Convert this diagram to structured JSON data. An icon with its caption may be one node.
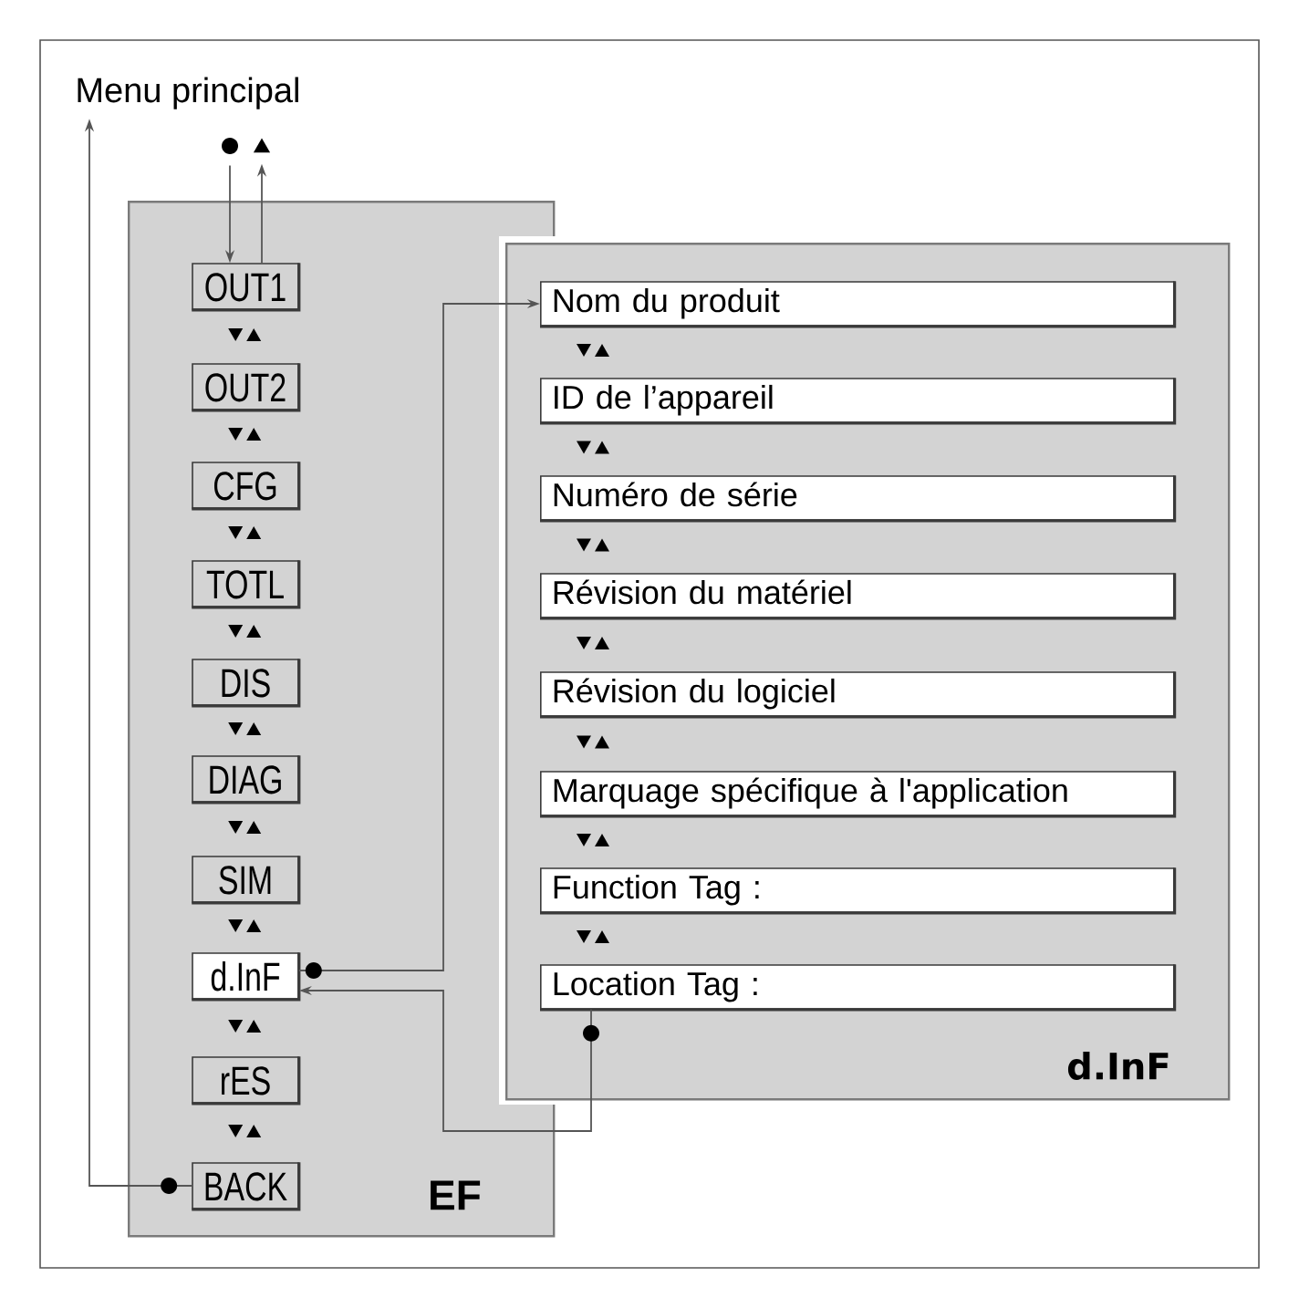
{
  "diagram": {
    "nodes": [
      {
        "text": [
          "Menu principal"
        ]
      },
      {
        "text": [],
        "shape": "circle"
      },
      {
        "text": [],
        "shape": "triangle"
      },
      {
        "text": [
          "EF"
        ]
      },
      {
        "text": [
          "OUT1"
        ],
        "in": 3
      },
      {
        "text": [
          "OUT2"
        ],
        "in": 3
      },
      {
        "text": [
          "CFG"
        ],
        "in": 3
      },
      {
        "text": [
          "TOTL"
        ],
        "in": 3
      },
      {
        "text": [
          "DIS"
        ],
        "in": 3
      },
      {
        "text": [
          "DIAG"
        ],
        "in": 3
      },
      {
        "text": [
          "SIM"
        ],
        "in": 3
      },
      {
        "text": [
          "d.InF"
        ],
        "in": 3
      },
      {
        "text": [
          "rES"
        ],
        "in": 3
      },
      {
        "text": [
          "BACK"
        ],
        "in": 3
      },
      {
        "text": [
          "d.InF"
        ]
      },
      {
        "text": [
          "Nom du produit"
        ],
        "in": 14
      },
      {
        "text": [
          "ID de l’appareil"
        ],
        "in": 14
      },
      {
        "text": [
          "Numéro de série"
        ],
        "in": 14
      },
      {
        "text": [
          "Révision du matériel"
        ],
        "in": 14
      },
      {
        "text": [
          "Révision du logiciel"
        ],
        "in": 14
      },
      {
        "text": [
          "Marquage spécifique à l'application"
        ],
        "in": 14
      },
      {
        "text": [
          "Function Tag :"
        ],
        "in": 14
      },
      {
        "text": [
          "Location Tag :"
        ],
        "in": 14
      }
    ],
    "edges": [
      {
        "from": 1,
        "to": 4,
        "arrow": "to"
      },
      {
        "from": 4,
        "to": 2,
        "arrow": "to"
      },
      {
        "from": 4,
        "to": 5,
        "arrow": "to"
      },
      {
        "from": 5,
        "to": 4,
        "arrow": "to"
      },
      {
        "from": 5,
        "to": 6,
        "arrow": "to"
      },
      {
        "from": 6,
        "to": 5,
        "arrow": "to"
      },
      {
        "from": 6,
        "to": 7,
        "arrow": "to"
      },
      {
        "from": 7,
        "to": 6,
        "arrow": "to"
      },
      {
        "from": 7,
        "to": 8,
        "arrow": "to"
      },
      {
        "from": 8,
        "to": 7,
        "arrow": "to"
      },
      {
        "from": 8,
        "to": 9,
        "arrow": "to"
      },
      {
        "from": 9,
        "to": 8,
        "arrow": "to"
      },
      {
        "from": 9,
        "to": 10,
        "arrow": "to"
      },
      {
        "from": 10,
        "to": 9,
        "arrow": "to"
      },
      {
        "from": 10,
        "to": 11,
        "arrow": "to"
      },
      {
        "from": 11,
        "to": 10,
        "arrow": "to"
      },
      {
        "from": 11,
        "to": 12,
        "arrow": "to"
      },
      {
        "from": 12,
        "to": 11,
        "arrow": "to"
      },
      {
        "from": 12,
        "to": 13,
        "arrow": "to"
      },
      {
        "from": 13,
        "to": 12,
        "arrow": "to"
      },
      {
        "from": 11,
        "to": 15,
        "arrow": "to"
      },
      {
        "from": 15,
        "to": 16,
        "arrow": "to"
      },
      {
        "from": 16,
        "to": 15,
        "arrow": "to"
      },
      {
        "from": 16,
        "to": 17,
        "arrow": "to"
      },
      {
        "from": 17,
        "to": 16,
        "arrow": "to"
      },
      {
        "from": 17,
        "to": 18,
        "arrow": "to"
      },
      {
        "from": 18,
        "to": 17,
        "arrow": "to"
      },
      {
        "from": 18,
        "to": 19,
        "arrow": "to"
      },
      {
        "from": 19,
        "to": 18,
        "arrow": "to"
      },
      {
        "from": 19,
        "to": 20,
        "arrow": "to"
      },
      {
        "from": 20,
        "to": 19,
        "arrow": "to"
      },
      {
        "from": 20,
        "to": 21,
        "arrow": "to"
      },
      {
        "from": 21,
        "to": 20,
        "arrow": "to"
      },
      {
        "from": 21,
        "to": 22,
        "arrow": "to"
      },
      {
        "from": 22,
        "to": 21,
        "arrow": "to"
      },
      {
        "from": 22,
        "to": 11,
        "arrow": "to"
      },
      {
        "from": 13,
        "to": 0,
        "arrow": "to"
      }
    ]
  }
}
